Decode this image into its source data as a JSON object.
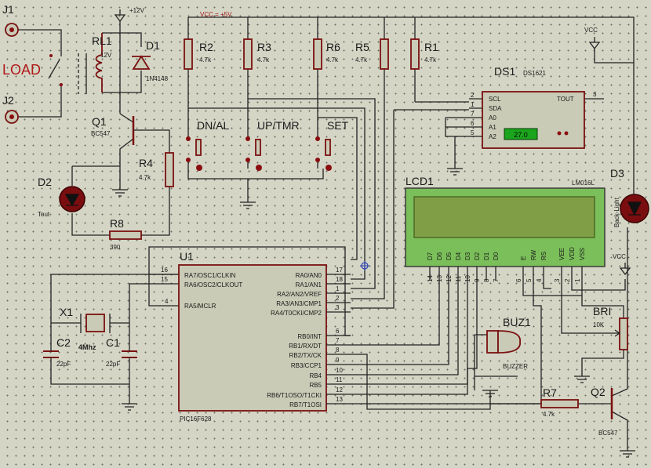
{
  "labels": {
    "j1": "J1",
    "j2": "J2",
    "load": "LOAD",
    "rl1": "RL1",
    "rl1_volt": "12V",
    "v12": "+12V",
    "d1": "D1",
    "d1_part": "1N4148",
    "q1": "Q1",
    "q1_part": "BC547",
    "r4": "R4",
    "r4_val": "4.7k",
    "d2": "D2",
    "tout": "Tout",
    "r8": "R8",
    "r8_val": "390",
    "vcc5": "VCC = +5V",
    "r2": "R2",
    "r2_val": "4.7k",
    "r3": "R3",
    "r3_val": "4.7k",
    "r6": "R6",
    "r6_val": "4.7k",
    "r5": "R5",
    "r5_val": "4.7k",
    "r1": "R1",
    "r1_val": "4.7k",
    "dn_al": "DN/AL",
    "up_tmr": "UP/TMR",
    "set": "SET",
    "ds1": "DS1",
    "ds1_part": "DS1621",
    "vcc": "VCC",
    "lcd1": "LCD1",
    "lcd_part": "LM016L",
    "d3": "D3",
    "backlight": "Back-Light",
    "bri": "BRI",
    "bri_val": "10K",
    "buz1": "BUZ1",
    "buzzer": "BUZZER",
    "r7": "R7",
    "r7_val": "4.7k",
    "q2": "Q2",
    "q2_part": "BC547",
    "u1": "U1",
    "u1_part": "PIC16F628",
    "x1": "X1",
    "x1_val": "4Mhz",
    "c2": "C2",
    "c2_val": "22pF",
    "c1": "C1",
    "c1_val": "22pF"
  },
  "ds1621": {
    "scl": "SCL",
    "sda": "SDA",
    "a0": "A0",
    "a1": "A1",
    "a2": "A2",
    "tout": "TOUT",
    "pin_scl": "2",
    "pin_sda": "1",
    "pin_a0": "7",
    "pin_a1": "6",
    "pin_a2": "5",
    "pin_tout": "3",
    "display": "27.0"
  },
  "lcd": {
    "pins": [
      {
        "name": "D7",
        "num": "14"
      },
      {
        "name": "D6",
        "num": "13"
      },
      {
        "name": "D5",
        "num": "12"
      },
      {
        "name": "D4",
        "num": "11"
      },
      {
        "name": "D3",
        "num": "10"
      },
      {
        "name": "D2",
        "num": "9"
      },
      {
        "name": "D1",
        "num": "8"
      },
      {
        "name": "D0",
        "num": "7"
      },
      {
        "name": "E",
        "num": "6"
      },
      {
        "name": "RW",
        "num": "5"
      },
      {
        "name": "RS",
        "num": "4"
      },
      {
        "name": "VEE",
        "num": "3"
      },
      {
        "name": "VDD",
        "num": "2"
      },
      {
        "name": "VSS",
        "num": "1"
      }
    ]
  },
  "pic": {
    "left": [
      {
        "num": "16",
        "name": "RA7/OSC1/CLKIN"
      },
      {
        "num": "15",
        "name": "RA6/OSC2/CLKOUT"
      },
      {
        "num": "4",
        "name": "RA5/MCLR"
      }
    ],
    "right": [
      {
        "name": "RA0/AN0",
        "num": "17"
      },
      {
        "name": "RA1/AN1",
        "num": "18"
      },
      {
        "name": "RA2/AN2/VREF",
        "num": "1"
      },
      {
        "name": "RA3/AN3/CMP1",
        "num": "2"
      },
      {
        "name": "RA4/T0CKI/CMP2",
        "num": "3"
      },
      {
        "name": "RB0/INT",
        "num": "6"
      },
      {
        "name": "RB1/RX/DT",
        "num": "7"
      },
      {
        "name": "RB2/TX/CK",
        "num": "8"
      },
      {
        "name": "RB3/CCP1",
        "num": "9"
      },
      {
        "name": "RB4",
        "num": "10"
      },
      {
        "name": "RB5",
        "num": "11"
      },
      {
        "name": "RB6/T1OSO/T1CKI",
        "num": "12"
      },
      {
        "name": "RB7/T1OSI",
        "num": "13"
      }
    ]
  }
}
